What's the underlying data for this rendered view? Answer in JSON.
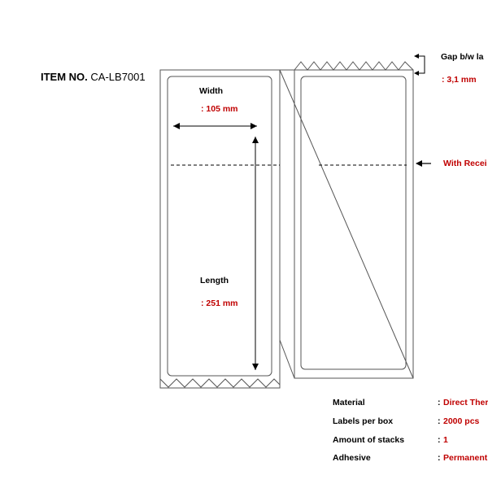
{
  "item": {
    "label": "ITEM NO.",
    "value": "CA-LB7001"
  },
  "width": {
    "label": "Width",
    "value": ": 105 mm"
  },
  "length": {
    "label": "Length",
    "value": ": 251 mm"
  },
  "gap": {
    "label": "Gap b/w la",
    "value": ": 3,1 mm"
  },
  "receipt": {
    "label": "With Recei"
  },
  "specs": [
    {
      "key": "Material",
      "colon": ":",
      "value": "Direct Ther"
    },
    {
      "key": "Labels per box",
      "colon": ":",
      "value": "2000 pcs"
    },
    {
      "key": "Amount of stacks",
      "colon": ":",
      "value": "1"
    },
    {
      "key": "Adhesive",
      "colon": ":",
      "value": "Permanent"
    }
  ],
  "colors": {
    "accent": "#c00000",
    "line": "#555555"
  }
}
